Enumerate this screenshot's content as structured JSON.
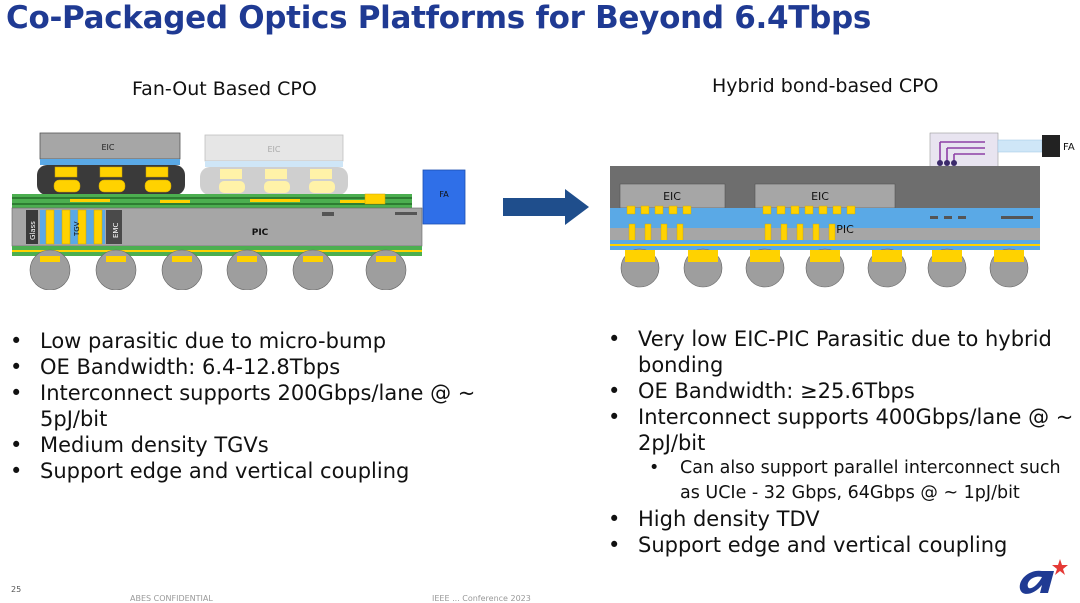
{
  "title": "Co-Packaged Optics Platforms for Beyond 6.4Tbps",
  "left": {
    "subtitle": "Fan-Out Based CPO",
    "diagram_labels": {
      "eic": "EIC",
      "eic_faded": "EIC",
      "fa": "FA",
      "pic": "PIC",
      "glass": "Glass",
      "tgv": "TGV",
      "emc": "EMC"
    },
    "bullets": [
      "Low parasitic due to micro-bump",
      "OE Bandwidth: 6.4-12.8Tbps",
      "Interconnect supports 200Gbps/lane @ ~ 5pJ/bit",
      "Medium density TGVs",
      "Support edge and vertical coupling"
    ]
  },
  "right": {
    "subtitle": "Hybrid bond-based CPO",
    "diagram_labels": {
      "eic1": "EIC",
      "eic2": "EIC",
      "pic": "PIC",
      "fa": "FA"
    },
    "bullets": [
      "Very low EIC-PIC Parasitic due to hybrid bonding",
      "OE Bandwidth: ≥25.6Tbps",
      "Interconnect supports 400Gbps/lane @ ~ 2pJ/bit"
    ],
    "sub_bullets": [
      "Can also support parallel interconnect such as UCIe - 32 Gbps, 64Gbps @ ~ 1pJ/bit"
    ],
    "bullets_after": [
      "High density TDV",
      "Support edge and vertical coupling"
    ]
  },
  "footer": {
    "page_number": "25",
    "confidential": "ABES CONFIDENTIAL",
    "event": "IEEE ... Conference 2023"
  },
  "colors": {
    "title": "#1f3a93",
    "arrow": "#1f4e8c",
    "fa_box": "#2f6fe8",
    "chip_gray": "#a6a6a6",
    "green_pcb": "#4caf50",
    "blue_layer": "#5aa9e6",
    "yellow_bump": "#ffd200"
  },
  "logo": "a-star-logo"
}
